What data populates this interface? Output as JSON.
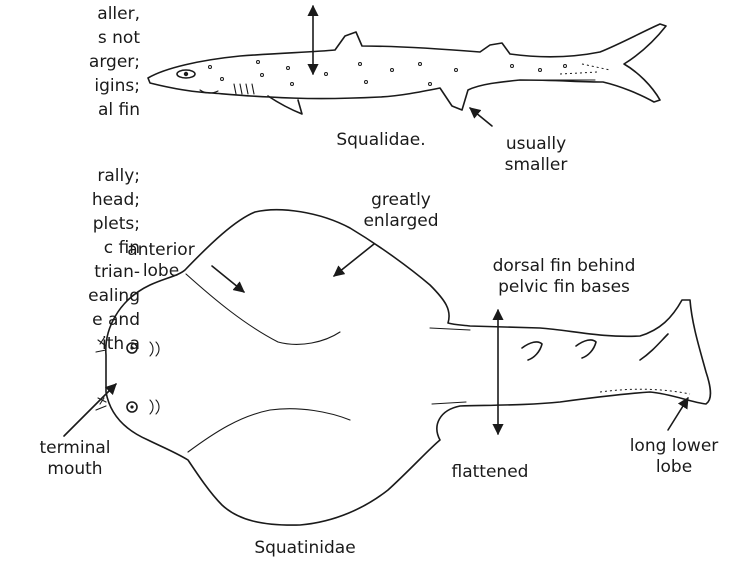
{
  "left_column_text_fragments": [
    "aller,",
    "s not",
    "arger;",
    "igins;",
    "al fin",
    "rally;",
    "head;",
    "plets;",
    "c fin",
    "trian-",
    "ealing",
    "e and",
    "ith a"
  ],
  "labels": {
    "squalidae": "Squalidae.",
    "usually_smaller": "usually\nsmaller",
    "greatly_enlarged": "greatly\nenlarged",
    "anterior_lobe": "anterior\nlobe",
    "dorsal_fin_behind": "dorsal fin behind\npelvic fin bases",
    "terminal_mouth": "terminal\nmouth",
    "flattened": "flattened",
    "long_lower_lobe": "long lower\nlobe",
    "squatinidae": "Squatinidae"
  },
  "colors": {
    "ink": "#1a1a1a",
    "background": "#ffffff"
  }
}
